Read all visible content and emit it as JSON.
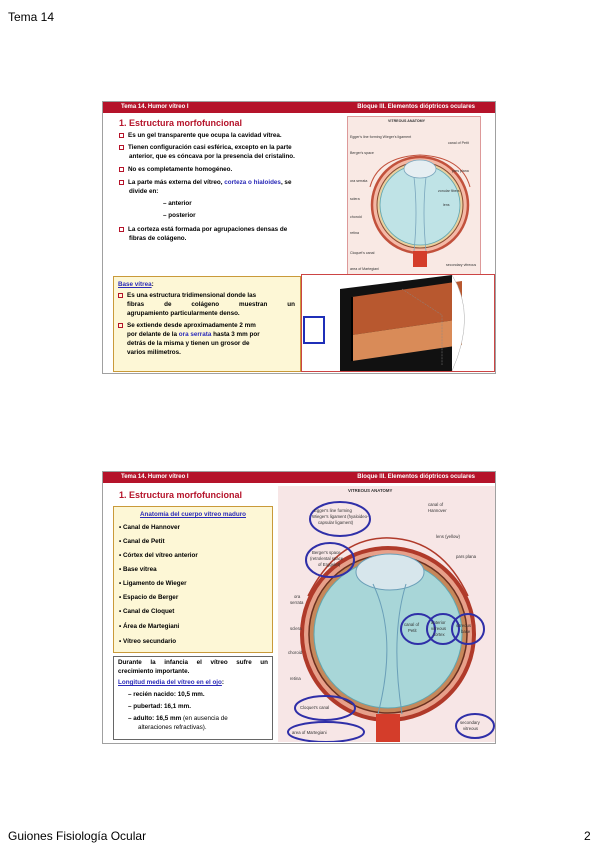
{
  "page": {
    "header": "Tema 14",
    "footer_left": "Guiones Fisiología Ocular",
    "footer_right": "2"
  },
  "slide1": {
    "bar_left": "Tema 14. Humor vítreo I",
    "bar_right": "Bloque III. Elementos dióptricos oculares",
    "title": "1. Estructura morfofuncional",
    "bullet1": "Es un gel transparente que ocupa la cavidad vítrea.",
    "bullet2a": "Tienen configuración casi esférica, excepto en la parte",
    "bullet2b": "anterior, que es cóncava por la presencia del cristalino.",
    "bullet3": "No es completamente homogéneo.",
    "bullet4a_pre": "La parte más externa del vítreo, ",
    "bullet4a_link": "corteza o hialoides",
    "bullet4a_post": ", se",
    "bullet4b": "divide en:",
    "sub1": "– anterior",
    "sub2": "– posterior",
    "bullet5a": "La corteza está formada por agrupaciones densas de",
    "bullet5b": "fibras de colágeno.",
    "box": {
      "heading": "Base vítrea",
      "heading_colon": ":",
      "b1a": "Es una estructura tridimensional donde las",
      "b1b": "fibras de colágeno muestran un",
      "b1c": "agrupamiento particularmente denso.",
      "b2a": "Se extiende desde aproximadamente 2 mm",
      "b2b_pre": "por delante de la ",
      "b2b_link": "ora serrata",
      "b2b_post": " hasta 3 mm por",
      "b2c": "detrás de la misma y tienen un grosor de",
      "b2d": "varios milímetros."
    },
    "figure": {
      "title": "VITREOUS ANATOMY",
      "labels": [
        "Egger's line forming Wieger's ligament",
        "Berger's space",
        "ora serrata",
        "sclera",
        "choroid",
        "retina",
        "Cloquet's canal",
        "area of Martegiani",
        "canal of Petit",
        "pars plana",
        "zonular fibers",
        "lens",
        "secondary vitreous"
      ]
    }
  },
  "slide2": {
    "bar_left": "Tema 14. Humor vítreo I",
    "bar_right": "Bloque III. Elementos dióptricos oculares",
    "title": "1. Estructura morfofuncional",
    "anat_heading": "Anatomía del cuerpo vítreo maduro",
    "items": [
      "Canal de Hannover",
      "Canal de Petit",
      "Córtex del vítreo anterior",
      "Base vítrea",
      "Ligamento de Wieger",
      "Espacio de Berger",
      "Canal de Cloquet",
      "Área de Martegiani",
      "Vítreo secundario"
    ],
    "growth_a": "Durante la infancia el vítreo sufre un",
    "growth_b": "crecimiento importante.",
    "length_heading": "Longitud media del vítreo en el ojo",
    "length_colon": ":",
    "l1": "– recién nacido: 10,5 mm.",
    "l2": "– pubertad: 16,1 mm.",
    "l3_bold": "– adulto: 16,5 mm",
    "l3_rest": " (en ausencia de",
    "l3b": "alteraciones refractivas).",
    "figure": {
      "title": "VITREOUS ANATOMY",
      "l_wieger_a": "Egger's line forming",
      "l_wieger_b": "Wieger's ligament (hyaloideo-",
      "l_wieger_c": "capsular ligament)",
      "l_petit_a": "canal of",
      "l_petit_b": "Hannover",
      "l_lens": "lens (yellow)",
      "l_parsplana": "pars plana",
      "l_berger_a": "Berger's space",
      "l_berger_b": "(retrolental space",
      "l_berger_c": "of Erggelet)",
      "l_ora_a": "ora",
      "l_ora_b": "serrata",
      "l_sclera": "sclera",
      "l_choroid": "choroid",
      "l_retina": "retina",
      "l_canal_a": "canal of",
      "l_canal_b": "Petit",
      "l_cortex_a": "anterior",
      "l_cortex_b": "vitreous",
      "l_cortex_c": "cortex",
      "l_base_a": "vitreous",
      "l_base_b": "base",
      "l_cloquet": "Cloquet's canal",
      "l_secondary_a": "secondary",
      "l_secondary_b": "vitreous",
      "l_martegiani": "area of Martegiani"
    }
  }
}
